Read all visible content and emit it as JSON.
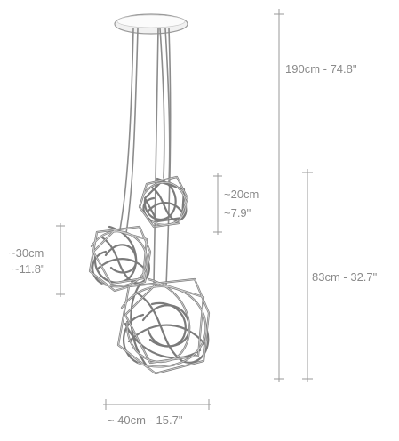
{
  "dimensions": {
    "total_height": "190cm - 74.8\"",
    "cluster_height": "83cm - 32.7\"",
    "small_shade": [
      "~20cm",
      "~7.9\""
    ],
    "medium_shade": [
      "~30cm",
      "~11.8\""
    ],
    "width": "~ 40cm - 15.7\""
  },
  "colors": {
    "dimension": "#9a9a9a",
    "dimension_text": "#8a8a8a",
    "wire": "#7b7b7b",
    "canopy": "#f1f1f1"
  }
}
